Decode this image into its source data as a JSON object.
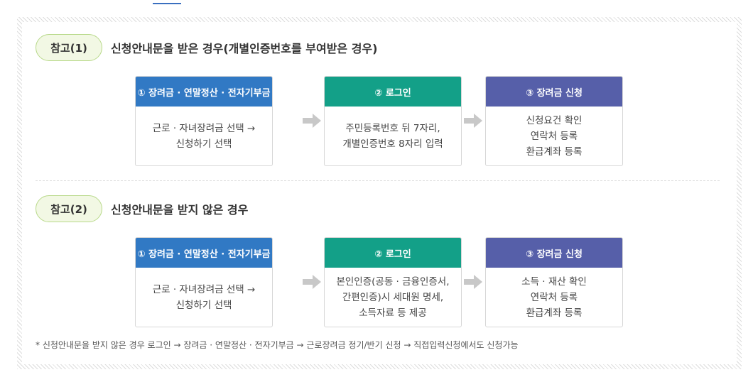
{
  "section1": {
    "badge": "참고(1)",
    "title": "신청안내문을 받은 경우(개별인증번호를 부여받은 경우)",
    "steps": [
      {
        "title": "① 장려금 · 연말정산 · 전자기부금",
        "lines": [
          "근로 · 자녀장려금 선택 →",
          "신청하기 선택"
        ]
      },
      {
        "title": "② 로그인",
        "lines": [
          "주민등록번호 뒤 7자리,",
          "개별인증번호 8자리 입력"
        ]
      },
      {
        "title": "③ 장려금 신청",
        "lines": [
          "신청요건 확인",
          "연락처 등록",
          "환급계좌 등록"
        ]
      }
    ]
  },
  "section2": {
    "badge": "참고(2)",
    "title": "신청안내문을 받지 않은 경우",
    "steps": [
      {
        "title": "① 장려금 · 연말정산 · 전자기부금",
        "lines": [
          "근로 · 자녀장려금 선택 →",
          "신청하기 선택"
        ]
      },
      {
        "title": "② 로그인",
        "lines": [
          "본인인증(공동 · 금융인증서,",
          "간편인증)시 세대원 명세,",
          "소득자료 등 제공"
        ]
      },
      {
        "title": "③ 장려금 신청",
        "lines": [
          "소득 · 재산 확인",
          "연락처 등록",
          "환급계좌 등록"
        ]
      }
    ]
  },
  "note": "* 신청안내문을 받지 않은 경우 로그인 → 장려금 · 연말정산 · 전자기부금 → 근로장려금 정기/반기 신청 → 직접입력신청에서도 신청가능",
  "colors": {
    "step1": "#3179c4",
    "step2": "#13a088",
    "step3": "#565fa9",
    "badge_bg": "#f2f8e4",
    "badge_border": "#b8d98a"
  }
}
